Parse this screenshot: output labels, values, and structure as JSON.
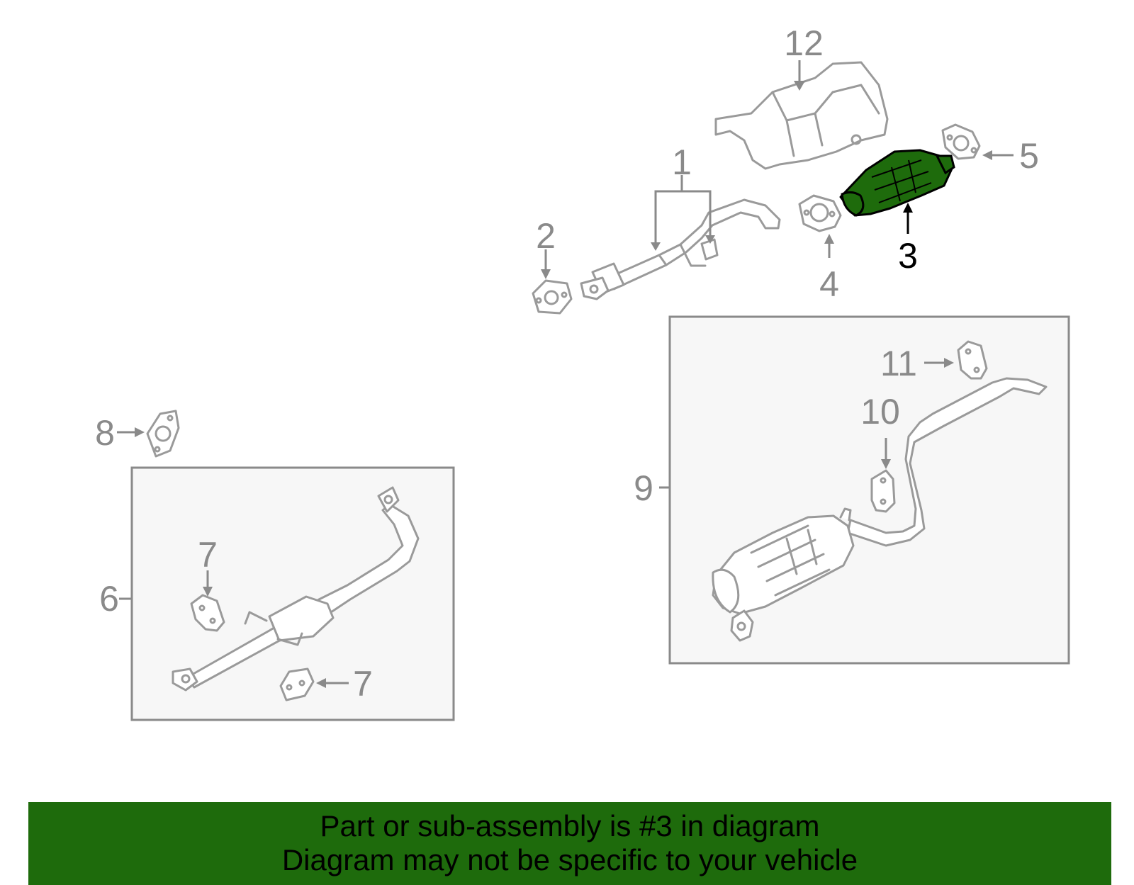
{
  "callouts": {
    "c1": "1",
    "c2": "2",
    "c3": "3",
    "c4": "4",
    "c5": "5",
    "c6": "6",
    "c7a": "7",
    "c7b": "7",
    "c8": "8",
    "c9": "9",
    "c10": "10",
    "c11": "11",
    "c12": "12"
  },
  "highlight": {
    "part": "3",
    "color": "#1e6b0c"
  },
  "banner": {
    "line1": "Part or sub-assembly is #3 in diagram",
    "line2": "Diagram may not be specific to your vehicle",
    "color": "#1e6b0c"
  }
}
